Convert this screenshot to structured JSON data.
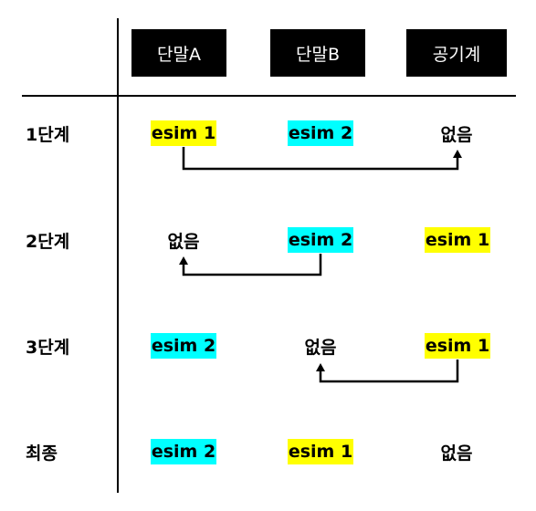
{
  "headers": {
    "device_a": "단말A",
    "device_b": "단말B",
    "air": "공기계"
  },
  "steps": [
    {
      "label": "1단계",
      "device_a": {
        "text": "esim 1",
        "highlight": "#ffff00"
      },
      "device_b": {
        "text": "esim 2",
        "highlight": "#00ffff"
      },
      "air": {
        "text": "없음",
        "highlight": ""
      }
    },
    {
      "label": "2단계",
      "device_a": {
        "text": "없음",
        "highlight": ""
      },
      "device_b": {
        "text": "esim 2",
        "highlight": "#00ffff"
      },
      "air": {
        "text": "esim 1",
        "highlight": "#ffff00"
      }
    },
    {
      "label": "3단계",
      "device_a": {
        "text": "esim 2",
        "highlight": "#00ffff"
      },
      "device_b": {
        "text": "없음",
        "highlight": ""
      },
      "air": {
        "text": "esim 1",
        "highlight": "#ffff00"
      }
    },
    {
      "label": "최종",
      "device_a": {
        "text": "esim 2",
        "highlight": "#00ffff"
      },
      "device_b": {
        "text": "esim 1",
        "highlight": "#ffff00"
      },
      "air": {
        "text": "없음",
        "highlight": ""
      }
    }
  ],
  "colors": {
    "header_bg": "#000000",
    "header_text": "#ffffff",
    "yellow": "#ffff00",
    "cyan": "#00ffff",
    "arrow": "#000000"
  }
}
